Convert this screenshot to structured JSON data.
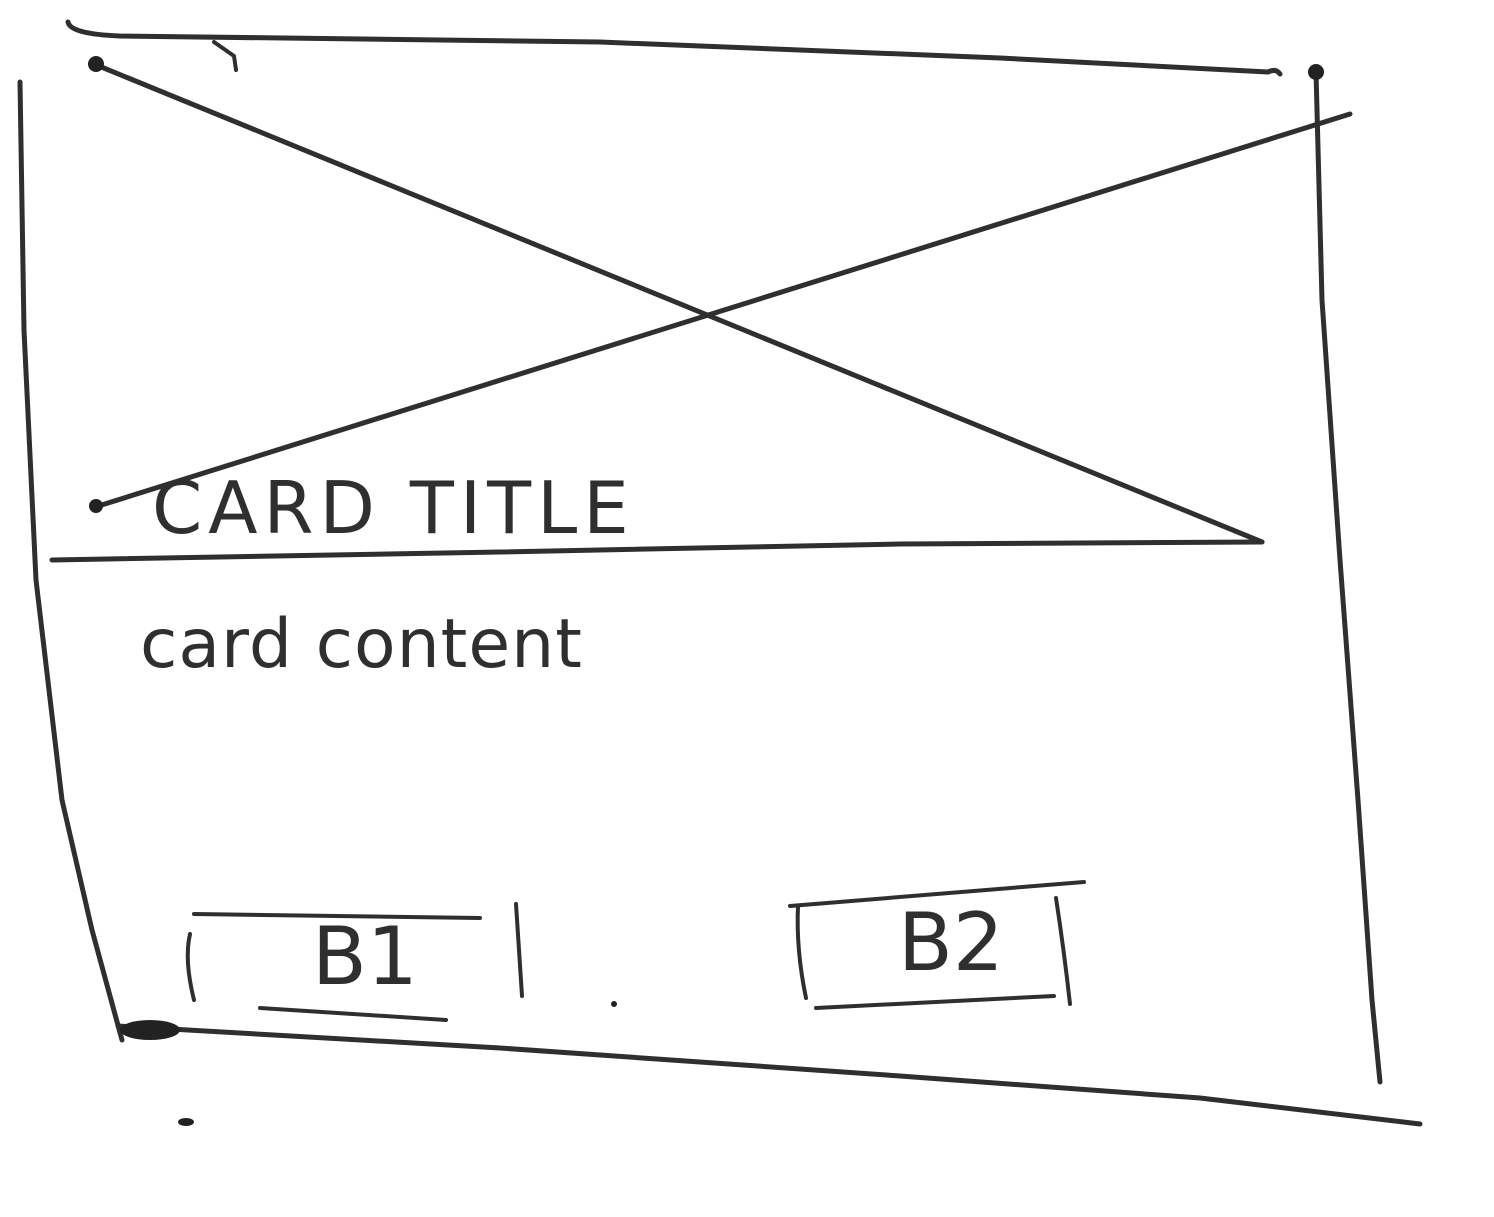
{
  "card": {
    "title": "CARD TITLE",
    "content": "card content",
    "image": {
      "placeholder": "image-placeholder-cross"
    },
    "buttons": [
      {
        "label": "B1"
      },
      {
        "label": "B2"
      }
    ]
  }
}
